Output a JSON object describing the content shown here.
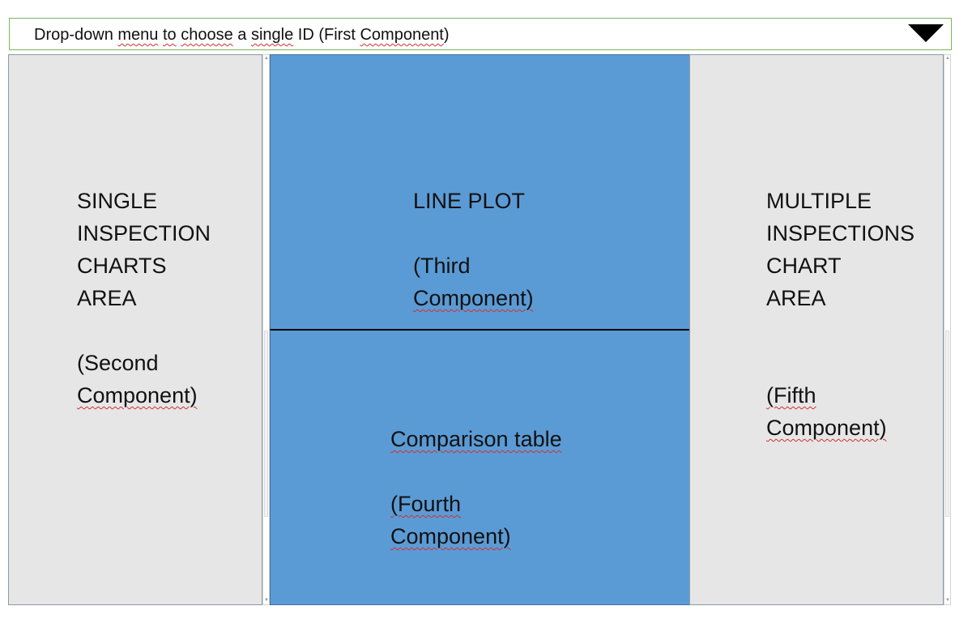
{
  "dropdown": {
    "label_parts": [
      {
        "text": "Drop-down ",
        "squiggle": false
      },
      {
        "text": "menu",
        "squiggle": true
      },
      {
        "text": " ",
        "squiggle": false
      },
      {
        "text": "to",
        "squiggle": true
      },
      {
        "text": " ",
        "squiggle": false
      },
      {
        "text": "choose",
        "squiggle": true
      },
      {
        "text": " a ",
        "squiggle": false
      },
      {
        "text": "single",
        "squiggle": true
      },
      {
        "text": " ID (First ",
        "squiggle": false
      },
      {
        "text": "Component",
        "squiggle": true
      },
      {
        "text": ")",
        "squiggle": false
      }
    ],
    "arrow_icon": "triangle-down-icon"
  },
  "components": {
    "second": {
      "lines": [
        "SINGLE",
        "INSPECTION",
        "CHARTS",
        "AREA",
        "",
        "(Second",
        "Component)"
      ],
      "squiggle_line": 6,
      "squiggle_word": "Component"
    },
    "third": {
      "lines": [
        "LINE PLOT",
        "",
        "(Third",
        "Component)"
      ],
      "squiggle_line": 3,
      "squiggle_word": "Component"
    },
    "fourth": {
      "lines": [
        "Comparison table",
        "",
        "(Fourth",
        "Component)"
      ],
      "squiggle_lines": [
        0,
        2,
        3
      ]
    },
    "fifth": {
      "lines": [
        "MULTIPLE",
        "INSPECTIONS",
        "CHART",
        "AREA",
        "",
        "",
        "(Fifth",
        "Component)"
      ],
      "squiggle_lines": [
        6,
        7
      ]
    }
  },
  "colors": {
    "side_panel": "#e7e6e6",
    "center_panel": "#5b9bd5",
    "dropdown_border": "#7fb35a",
    "divider": "#000000"
  }
}
